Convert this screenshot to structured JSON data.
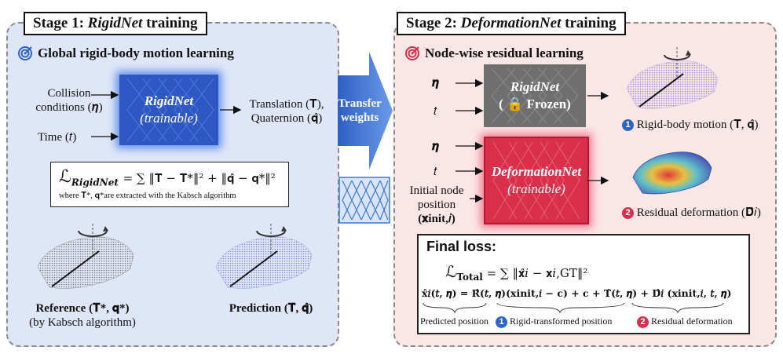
{
  "stage1": {
    "title_prefix": "Stage 1: ",
    "title_name": "RigidNet",
    "title_suffix": " training",
    "subtitle": "Global rigid-body motion learning",
    "input_collision_1": "Collision",
    "input_collision_2": "conditions (𝜼)",
    "input_time": "Time (𝑡)",
    "net_name": "RigidNet",
    "net_state": "(trainable)",
    "output_1": "Translation (𝐓̂),",
    "output_2": "Quaternion (𝐪̂)",
    "loss_formula": "ℒ_RigidNet = ∑ ‖𝐓̂ − 𝐓*‖² + ‖𝐪̂ − 𝐪*‖²",
    "loss_lhs": "ℒ",
    "loss_lhs_sub": "RigidNet",
    "loss_rhs": "= ∑ ‖𝐓̂ − 𝐓*‖² + ‖𝐪̂ − 𝐪*‖²",
    "loss_note": "where 𝐓*, 𝐪*are extracted with the Kabsch algorithm",
    "ref_label_1": "Reference (𝐓*, 𝐪*)",
    "ref_label_2": "(by Kabsch algorithm)",
    "pred_label": "Prediction (𝐓̂, 𝐪̂)"
  },
  "transfer": {
    "label_1": "Transfer",
    "label_2": "weights"
  },
  "stage2": {
    "title_prefix": "Stage 2: ",
    "title_name": "DeformationNet",
    "title_suffix": " training",
    "subtitle": "Node-wise residual learning",
    "in_eta": "𝜼",
    "in_t": "𝑡",
    "rigid_name": "RigidNet",
    "rigid_state": "( 🔒 Frozen)",
    "deform_name": "DeformationNet",
    "deform_state": "(trainable)",
    "init_1": "Initial node",
    "init_2": "position",
    "init_3": "(𝐱init,𝑖)",
    "out1_badge": "1",
    "out1_label": "Rigid-body motion (𝐓̂, 𝐪̂)",
    "out2_badge": "2",
    "out2_label": "Residual deformation (𝐃̂𝑖)",
    "final_loss_title": "Final loss:",
    "total_lhs": "ℒ",
    "total_lhs_sub": "Total",
    "total_rhs": "= ∑ ‖𝐱̂𝑖 − 𝐱𝑖,GT‖²",
    "eq_lhs": "𝐱̂𝑖(𝑡, 𝜼)",
    "eq_mid": "= 𝐑̂(𝑡, 𝜼)(𝐱init,𝑖 − 𝐜) + 𝐜 + 𝐓̂(𝑡, 𝜼)",
    "eq_rhs": "+ 𝐃̂𝑖 (𝐱init,𝑖, 𝑡, 𝜼)",
    "brace_1": "Predicted position",
    "brace_2_badge": "1",
    "brace_2": "Rigid-transformed position",
    "brace_3_badge": "2",
    "brace_3": "Residual deformation"
  },
  "colors": {
    "stage1_bg": "#dfe6f7",
    "stage2_bg": "#fbe6e6",
    "rigidnet_blue": "#2f57c4",
    "deform_red": "#d8304a",
    "frozen_gray": "#6f6f6f",
    "arrow_blue": "#3f78d6"
  }
}
